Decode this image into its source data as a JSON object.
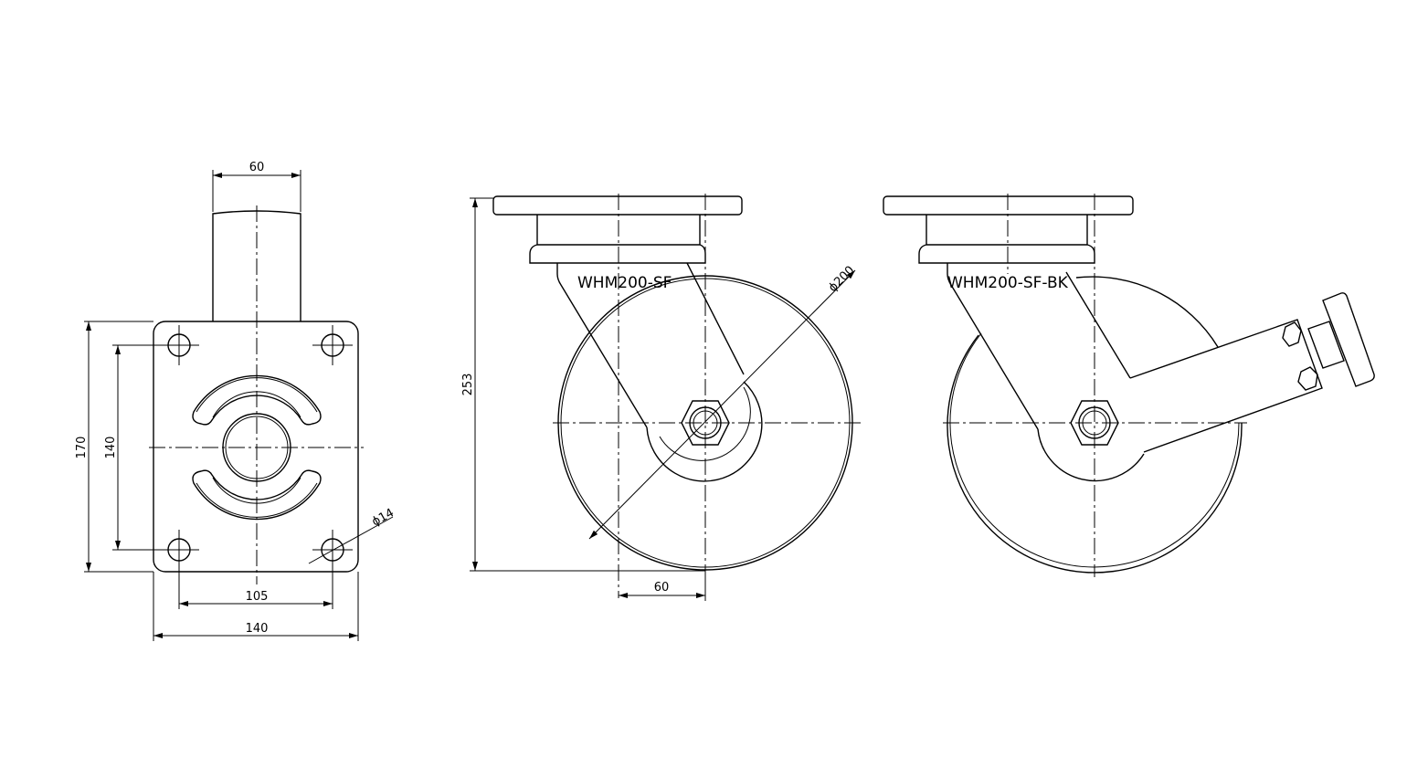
{
  "views": {
    "top_view": {
      "dims": {
        "stem_width": "60",
        "overall_height": "170",
        "hole_spacing_vertical": "140",
        "hole_spacing_horizontal": "105",
        "plate_width": "140",
        "hole_diameter": "ϕ14"
      }
    },
    "side_view_fixed": {
      "model": "WHM200-SF",
      "dims": {
        "overall_height": "253",
        "wheel_diameter": "ϕ200",
        "offset": "60"
      }
    },
    "side_view_brake": {
      "model": "WHM200-SF-BK"
    }
  }
}
